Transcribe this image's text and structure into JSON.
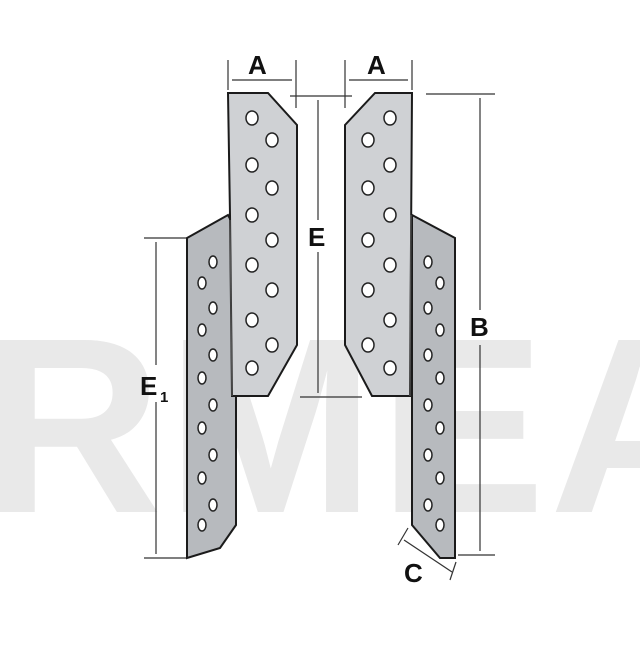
{
  "watermark": {
    "text": "RMEA"
  },
  "labels": {
    "a_left": "A",
    "a_right": "A",
    "e": "E",
    "e1_main": "E",
    "e1_sub": "1",
    "b": "B",
    "c": "C"
  },
  "colors": {
    "plate": "#cfd1d4",
    "plate_shadow": "#b7babe",
    "outline": "#1b1b1b",
    "watermark": "#e9e9e9"
  }
}
